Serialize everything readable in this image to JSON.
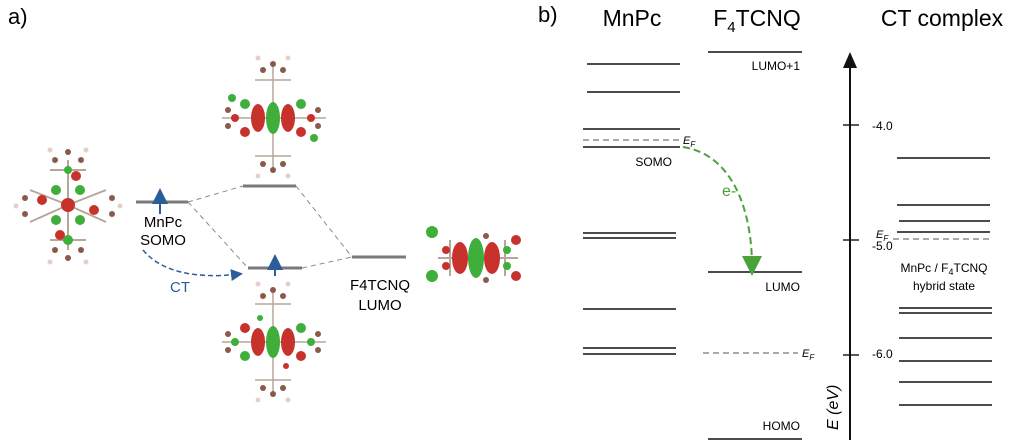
{
  "panel_a": {
    "label": "a)",
    "mnpc_label": "MnPc",
    "somo_label": "SOMO",
    "ct_label": "CT",
    "f4tcnq_label": "F4TCNQ",
    "lumo_label": "LUMO"
  },
  "panel_b": {
    "label": "b)",
    "col_mnpc": "MnPc",
    "col_f4tcnq_base": "F",
    "col_f4tcnq_sub": "4",
    "col_f4tcnq_rest": "TCNQ",
    "col_ct": "CT complex",
    "somo": "SOMO",
    "lumo_plus1": "LUMO+1",
    "lumo": "LUMO",
    "homo": "HOMO",
    "ef_base": "E",
    "ef_sub": "F",
    "electron": "e-",
    "hybrid_line1_a": "MnPc / F",
    "hybrid_line1_sub": "4",
    "hybrid_line1_b": "TCNQ",
    "hybrid_line2": "hybrid state",
    "axis_label": "E (eV)",
    "tick_labels": [
      "-4.0",
      "-5.0",
      "-6.0"
    ]
  },
  "colors": {
    "orbital_red": "#c8322d",
    "orbital_green": "#3fae3a",
    "ct_blue": "#2b5d9a",
    "transfer_green": "#4aa33a",
    "level_gray": "#7a7a7a"
  }
}
